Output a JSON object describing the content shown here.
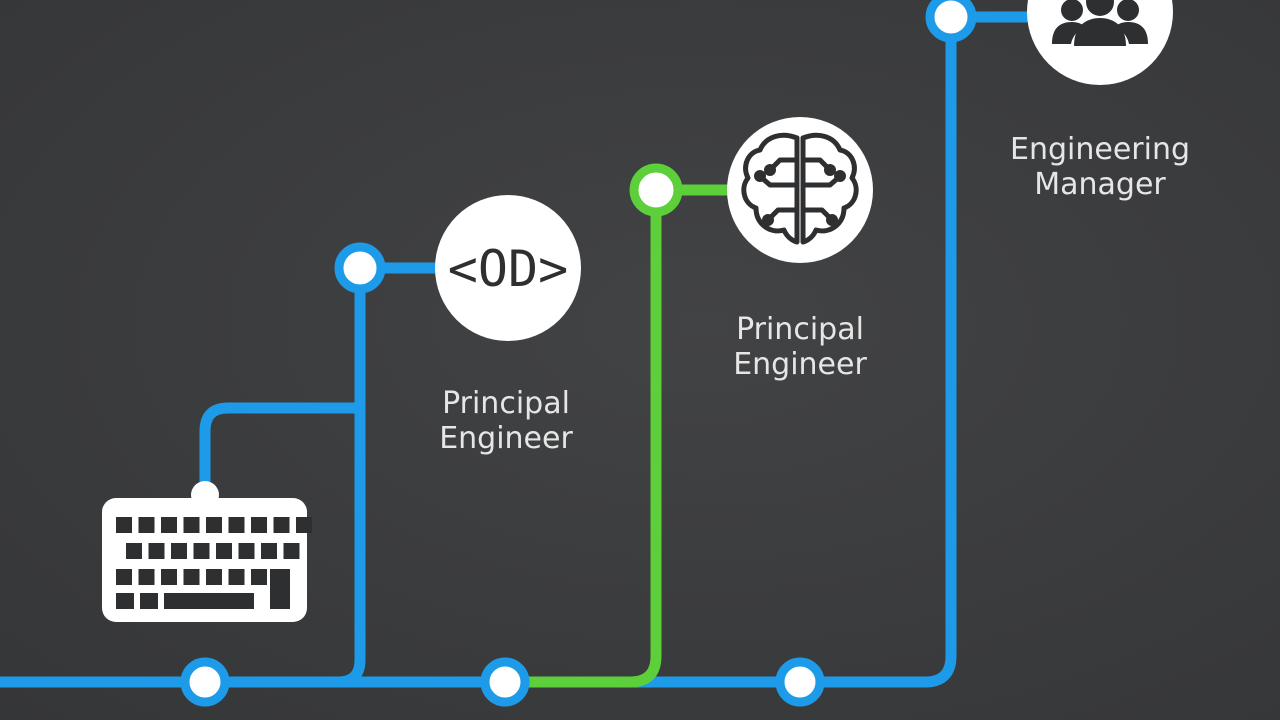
{
  "diagram": {
    "colors": {
      "background": "#3b3c3e",
      "track_blue": "#1e9be8",
      "track_green": "#5ccf3a",
      "node_fill": "#ffffff",
      "icon_dark": "#2e2f31",
      "label": "#e6e6e6"
    },
    "icons": [
      "keyboard-icon",
      "code-icon",
      "brain-circuit-icon",
      "team-icon"
    ],
    "code_icon_text": "<OD>",
    "stations": [
      {
        "id": "code",
        "title_line1": "Principal",
        "title_line2": "Engineer"
      },
      {
        "id": "brain",
        "title_line1": "Principal",
        "title_line2": "Engineer"
      },
      {
        "id": "team",
        "title_line1": "Engineering",
        "title_line2": "Manager"
      }
    ]
  }
}
